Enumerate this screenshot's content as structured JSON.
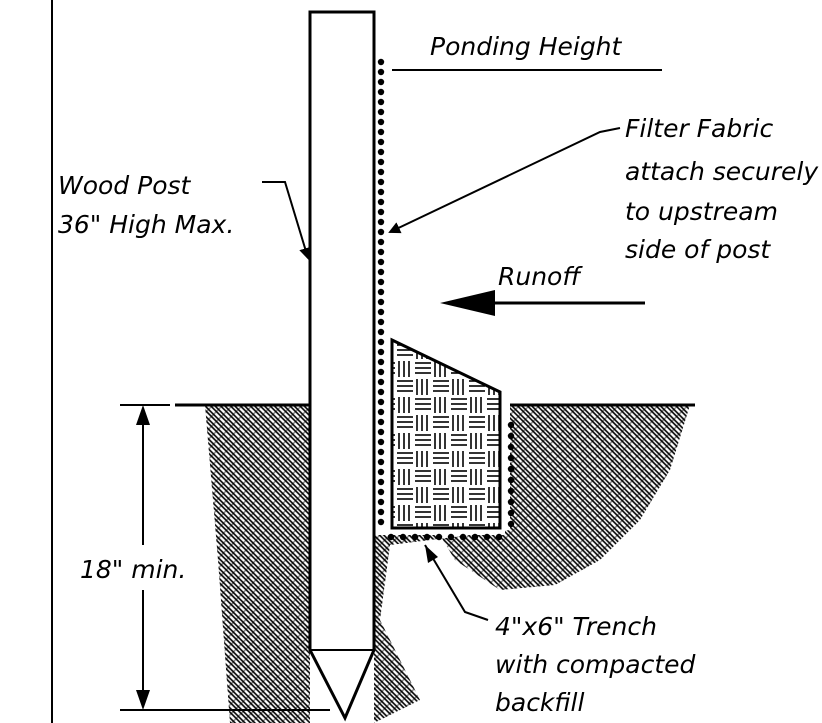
{
  "labels": {
    "ponding_height": "Ponding Height",
    "filter_fabric_1": "Filter Fabric",
    "filter_fabric_2": "attach securely",
    "filter_fabric_3": "to upstream",
    "filter_fabric_4": "side of post",
    "wood_post_1": "Wood Post",
    "wood_post_2": "36\" High Max.",
    "runoff": "Runoff",
    "depth": "18\" min.",
    "trench_1": "4\"x6\" Trench",
    "trench_2": "with compacted",
    "trench_3": "backfill"
  },
  "colors": {
    "ink": "#000000",
    "paper": "#ffffff"
  }
}
